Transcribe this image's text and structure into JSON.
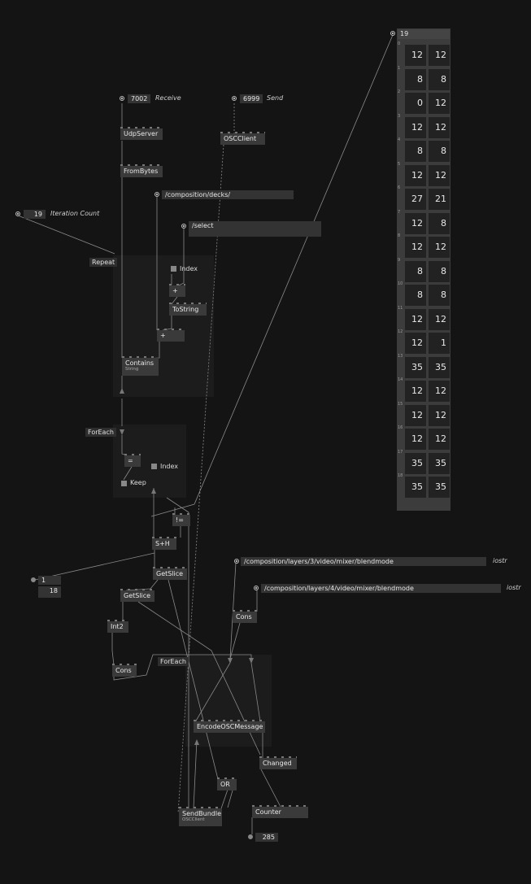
{
  "iterations": {
    "value": "19",
    "label": "Iteration Count"
  },
  "receive": {
    "port": "7002",
    "label": "Receive"
  },
  "send": {
    "port": "6999",
    "label": "Send"
  },
  "strings": {
    "decks": "/composition/decks/",
    "select": "/select",
    "layer3": "/composition/layers/3/video/mixer/blendmode",
    "layer4": "/composition/layers/4/video/mixer/blendmode",
    "iostr": "iostr"
  },
  "regions": {
    "repeat": "Repeat",
    "foreach1": "ForEach",
    "foreach2": "ForEach"
  },
  "nodes": {
    "udpserver": "UdpServer",
    "frombytes": "FromBytes",
    "oscclient": "OSCClient",
    "index1": "Index",
    "plus1": "+",
    "tostring": "ToString",
    "plus2": "+",
    "contains": "Contains",
    "contains_sub": "String",
    "equals": "=",
    "index2": "Index",
    "keep": "Keep",
    "notequal": "!=",
    "sh": "S+H",
    "getslice1": "GetSlice",
    "getslice2": "GetSlice",
    "int2": "Int2",
    "cons1": "Cons",
    "cons2": "Cons",
    "encode": "EncodeOSCMessage",
    "changed": "Changed",
    "or": "OR",
    "sendbundle": "SendBundle",
    "sendbundle_sub": "OSCClient",
    "counter": "Counter"
  },
  "ioboxes": {
    "one": "1",
    "eighteen": "18",
    "counter_value": "285"
  },
  "spread": {
    "count": "19",
    "rows": [
      {
        "i": "0",
        "a": "12",
        "b": "12"
      },
      {
        "i": "1",
        "a": "8",
        "b": "8"
      },
      {
        "i": "2",
        "a": "0",
        "b": "12"
      },
      {
        "i": "3",
        "a": "12",
        "b": "12"
      },
      {
        "i": "4",
        "a": "8",
        "b": "8"
      },
      {
        "i": "5",
        "a": "12",
        "b": "12"
      },
      {
        "i": "6",
        "a": "27",
        "b": "21"
      },
      {
        "i": "7",
        "a": "12",
        "b": "8"
      },
      {
        "i": "8",
        "a": "12",
        "b": "12"
      },
      {
        "i": "9",
        "a": "8",
        "b": "8"
      },
      {
        "i": "10",
        "a": "8",
        "b": "8"
      },
      {
        "i": "11",
        "a": "12",
        "b": "12"
      },
      {
        "i": "12",
        "a": "12",
        "b": "1"
      },
      {
        "i": "13",
        "a": "35",
        "b": "35"
      },
      {
        "i": "14",
        "a": "12",
        "b": "12"
      },
      {
        "i": "15",
        "a": "12",
        "b": "12"
      },
      {
        "i": "16",
        "a": "12",
        "b": "12"
      },
      {
        "i": "17",
        "a": "35",
        "b": "35"
      },
      {
        "i": "18",
        "a": "35",
        "b": "35"
      }
    ]
  }
}
